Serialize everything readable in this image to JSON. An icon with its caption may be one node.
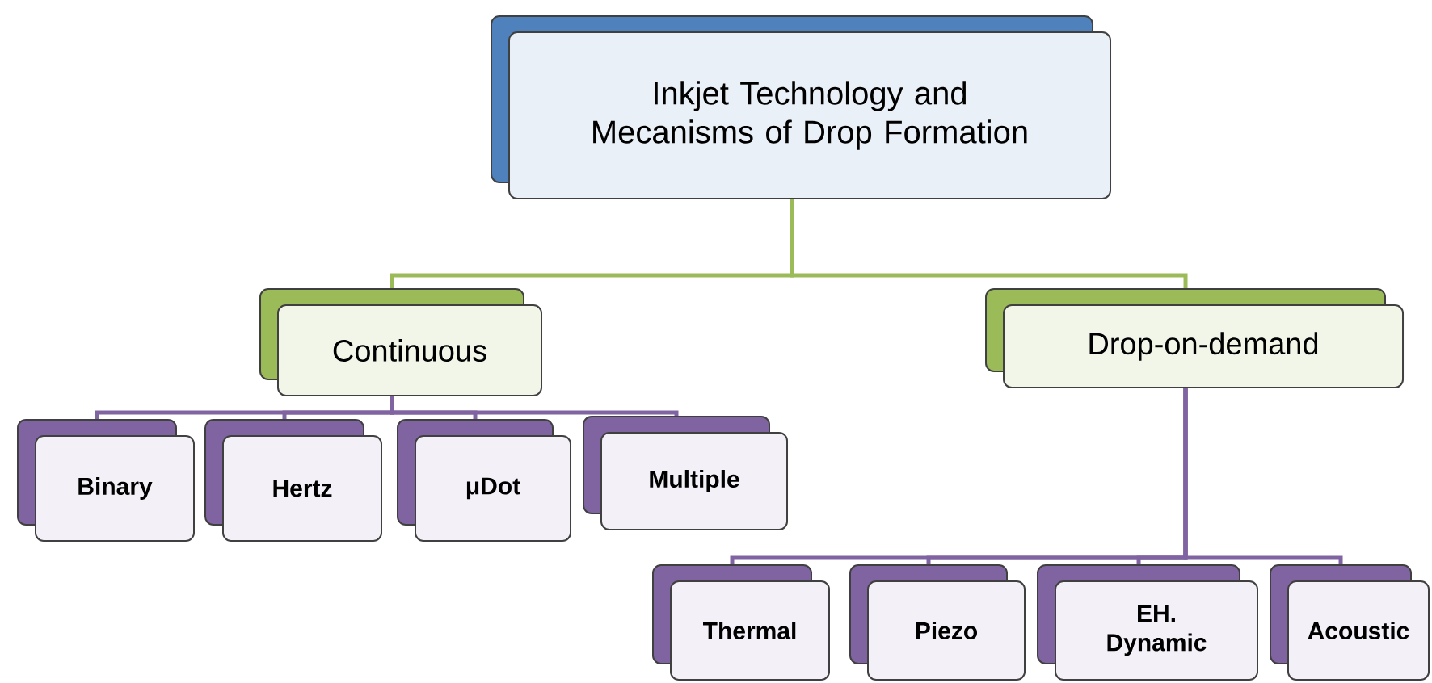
{
  "diagram": {
    "nodes": [
      {
        "text": [
          "Inkjet Technology and Mecanisms of Drop Formation"
        ]
      },
      {
        "text": [
          "Continuous"
        ]
      },
      {
        "text": [
          "Drop-on-demand"
        ]
      },
      {
        "text": [
          "Binary"
        ]
      },
      {
        "text": [
          "Hertz"
        ]
      },
      {
        "text": [
          "μDot"
        ]
      },
      {
        "text": [
          "Multiple"
        ]
      },
      {
        "text": [
          "Thermal"
        ]
      },
      {
        "text": [
          "Piezo"
        ]
      },
      {
        "text": [
          "EH. Dynamic"
        ]
      },
      {
        "text": [
          "Acoustic"
        ]
      }
    ],
    "edges": [
      {
        "from": 0,
        "to": 1,
        "arrow": "none",
        "color": "#9bbb59"
      },
      {
        "from": 0,
        "to": 2,
        "arrow": "none",
        "color": "#9bbb59"
      },
      {
        "from": 1,
        "to": 3,
        "arrow": "none"
      },
      {
        "from": 1,
        "to": 4,
        "arrow": "none"
      },
      {
        "from": 1,
        "to": 5,
        "arrow": "none"
      },
      {
        "from": 1,
        "to": 6,
        "arrow": "none"
      },
      {
        "from": 2,
        "to": 7,
        "arrow": "none"
      },
      {
        "from": 2,
        "to": 8,
        "arrow": "none"
      },
      {
        "from": 2,
        "to": 9,
        "arrow": "none"
      },
      {
        "from": 2,
        "to": 10,
        "arrow": "none"
      }
    ]
  }
}
